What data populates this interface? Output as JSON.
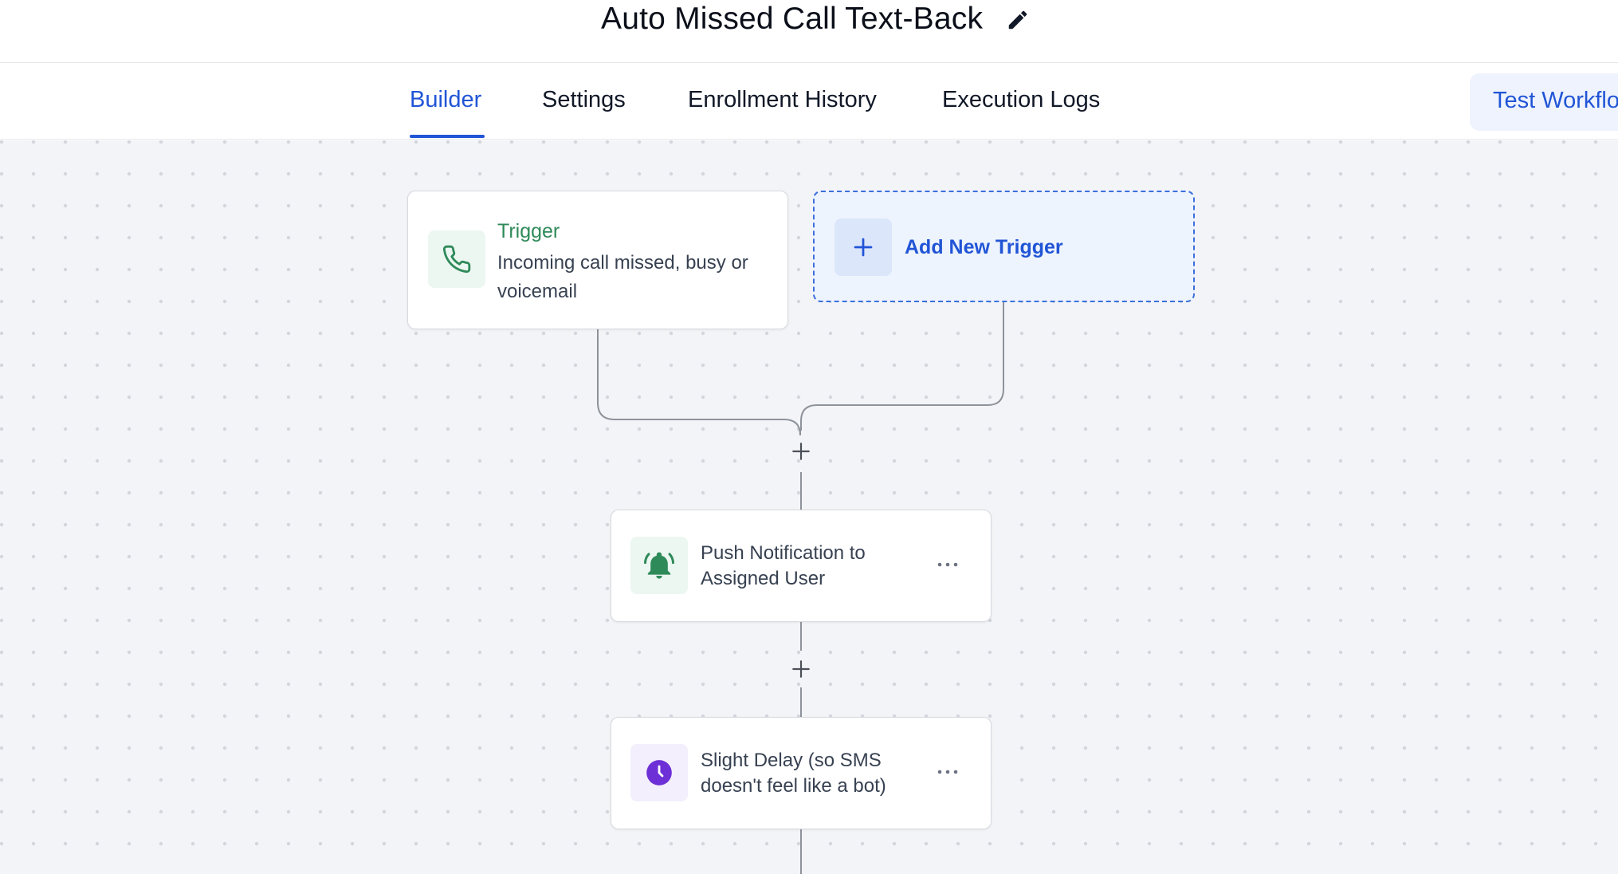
{
  "header": {
    "title": "Auto Missed Call Text-Back"
  },
  "tabs": [
    {
      "label": "Builder",
      "active": true
    },
    {
      "label": "Settings",
      "active": false
    },
    {
      "label": "Enrollment History",
      "active": false
    },
    {
      "label": "Execution Logs",
      "active": false
    }
  ],
  "test_button": {
    "label": "Test Workflow"
  },
  "trigger": {
    "label": "Trigger",
    "description": "Incoming call missed, busy or voicemail",
    "icon": "phone-icon"
  },
  "add_trigger": {
    "label": "Add New Trigger",
    "icon": "plus-icon"
  },
  "actions": [
    {
      "label": "Push Notification to Assigned User",
      "icon": "bell-icon"
    },
    {
      "label": "Slight Delay (so SMS doesn't feel like a bot)",
      "icon": "clock-icon"
    }
  ],
  "colors": {
    "accent": "#2155d6",
    "trigger_green": "#2f8a5a",
    "delay_purple": "#6d2fd6",
    "canvas": "#f3f4f7"
  }
}
